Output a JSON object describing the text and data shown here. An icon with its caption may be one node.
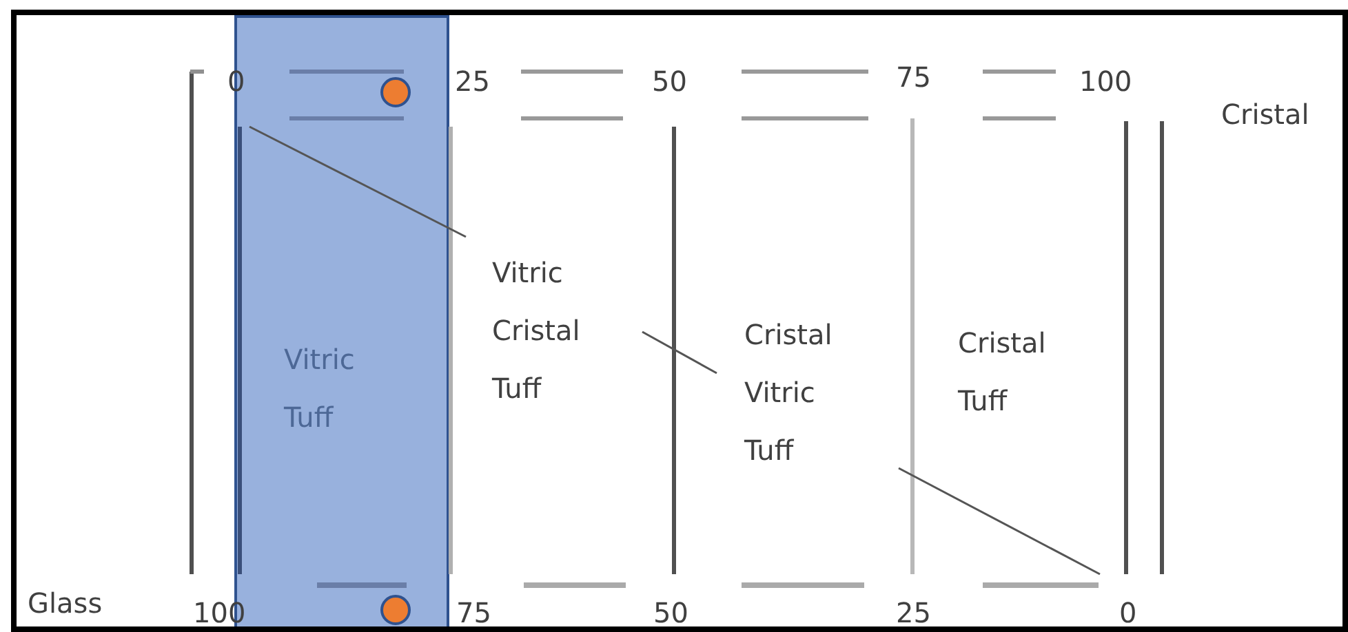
{
  "diagram": {
    "nodes": [
      {
        "text": [
          "Vitric Tuff"
        ]
      }
    ],
    "labels": [
      "0",
      "25",
      "50",
      "75",
      "100",
      "Cristal",
      "Vitric Cristal Tuff",
      "Cristal Vitric Tuff",
      "Cristal Tuff",
      "Glass",
      "100",
      "75",
      "50",
      "25",
      "0"
    ]
  }
}
